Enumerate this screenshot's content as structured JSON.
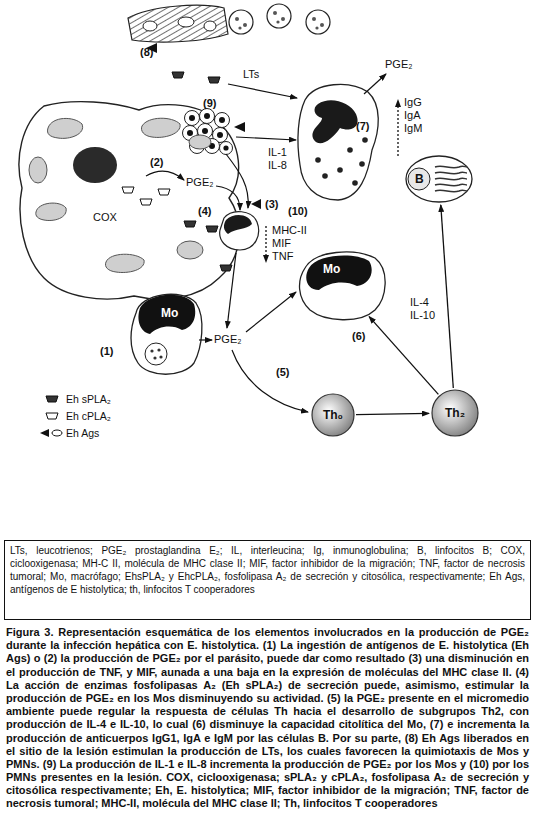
{
  "diagram": {
    "caption": "Figura 3. Representación esquemática de los elementos involucrados en la producción de PGE₂ durante la infección hepática con E. histolytica. (1) La ingestión de antígenos de E. histolytica (Eh Ags) o (2) la producción de PGE₂ por el parásito, puede dar como resultado (3) una disminución en el producción de TNF, y MIF, aunada a una baja en la expresión de moléculas del MHC clase II. (4) La acción de enzimas fosfolipasas A₂ (Eh sPLA₂) de secreción puede, asimismo, estimular la producción de PGE₂ en los Mos disminuyendo su actividad. (5) la PGE₂ presente en el micromedio ambiente puede regular la respuesta de células Th hacia el desarrollo de subgrupos Th2, con producción de IL-4 e IL-10, lo cual (6) disminuye la capacidad citolítica del Mo, (7) e incrementa la producción de anticuerpos IgG1, IgA e IgM por las células B. Por su parte, (8) Eh Ags liberados en el sitio de la lesión estimulan la producción de LTs, los cuales favorecen la quimiotaxis de Mos y PMNs. (9) La producción de IL-1 e IL-8 incrementa la producción de PGE₂ por los Mos y (10) por los PMNs presentes en la lesión. COX, ciclooxigenasa; sPLA₂ y cPLA₂, fosfolipasa A₂ de secreción y citosólica respectivamente; Eh, E. histolytica; MIF, factor inhibidor de la migración; TNF, factor de necrosis tumoral; MHC-II, molécula del MHC clase II; Th, linfocitos T cooperadores",
    "nodes": [
      {
        "text": [
          "COX"
        ]
      },
      {
        "text": [
          "B"
        ]
      },
      {
        "text": [
          "Mo"
        ]
      },
      {
        "text": [
          "Mo"
        ]
      },
      {
        "text": [
          "Th₀"
        ]
      },
      {
        "text": [
          "Th₂"
        ]
      },
      {
        "text": [
          "LTs, leucotrienos; PGE₂ prostaglandina E₂; IL, interleucina; Ig, inmunoglobulina; B, linfocitos B; COX, ciclooxigenasa; MH-C II, molécula de MHC clase II; MIF, factor inhibidor de la migración; TNF, factor de necrosis tumoral; Mo, macrófago; EhsPLA₂ y EhcPLA₂, fosfolipasa A₂ de secreción y citosólica, respectivamente; Eh Ags, antígenos de E histolytica; th, linfocitos T cooperadores"
        ]
      }
    ],
    "edges": [
      {
        "from": 4,
        "to": 5,
        "arrow": "to"
      },
      {
        "from": 5,
        "to": 1,
        "arrow": "to"
      },
      {
        "from": 5,
        "to": 2,
        "arrow": "to"
      }
    ],
    "labels": [
      "(8)",
      "LTs",
      "PGE₂",
      "(9)",
      "IL-1 IL-8",
      "(10)",
      "(7)",
      "IgG IgA IgM",
      "(2)",
      "PGE₂",
      "(3)",
      "(4)",
      "MHC-II MIF TNF",
      "(1)",
      "PGE₂",
      "(5)",
      "(6)",
      "IL-4 IL-10"
    ],
    "legend": [
      {
        "text": "Eh sPLA₂"
      },
      {
        "text": "Eh cPLA₂"
      },
      {
        "text": "Eh Ags"
      }
    ]
  }
}
